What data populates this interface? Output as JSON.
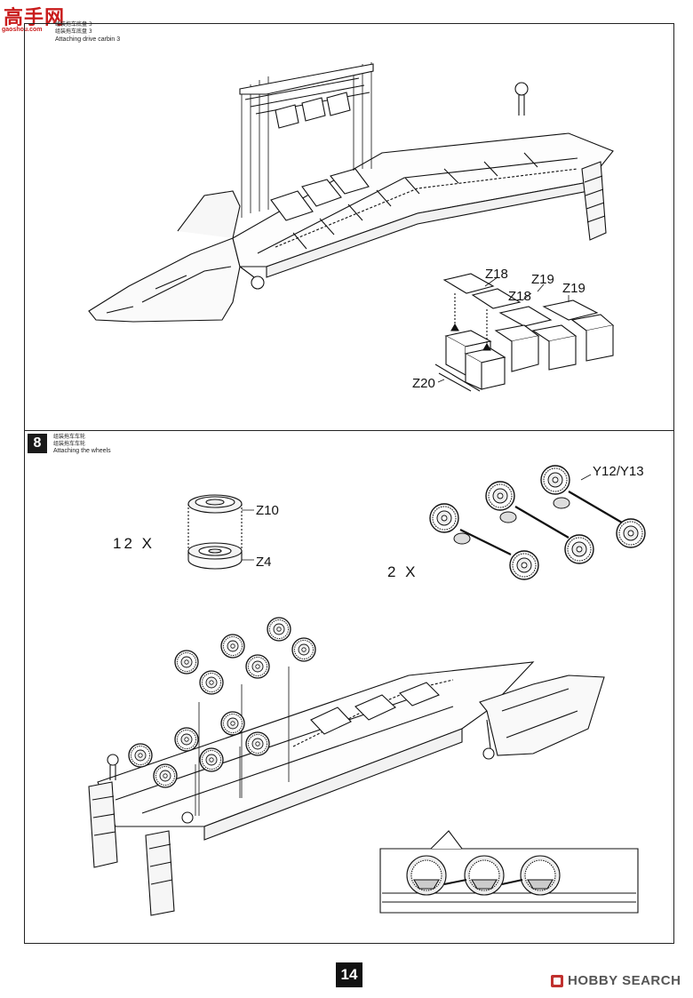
{
  "page": {
    "number": "14"
  },
  "branding": {
    "top_logo": "高手网",
    "top_logo_url": "gaoshou.com",
    "watermark": "HOBBY SEARCH",
    "watermark_icon": "square-logo-icon"
  },
  "step7": {
    "title_cn_1": "组装拖车底盘 3",
    "title_cn_2": "组装拖车底盘 3",
    "title_en": "Attaching drive carbin 3",
    "labels": {
      "z18_a": "Z18",
      "z18_b": "Z18",
      "z19_a": "Z19",
      "z19_b": "Z19",
      "z20": "Z20"
    }
  },
  "step8": {
    "number": "8",
    "title_cn_1": "组装拖车车轮",
    "title_cn_2": "组装拖车车轮",
    "title_en": "Attaching the wheels",
    "tire_multiplier": "12 X",
    "axle_multiplier": "2 X",
    "labels": {
      "z10": "Z10",
      "z4": "Z4",
      "y12_y13": "Y12/Y13"
    }
  }
}
